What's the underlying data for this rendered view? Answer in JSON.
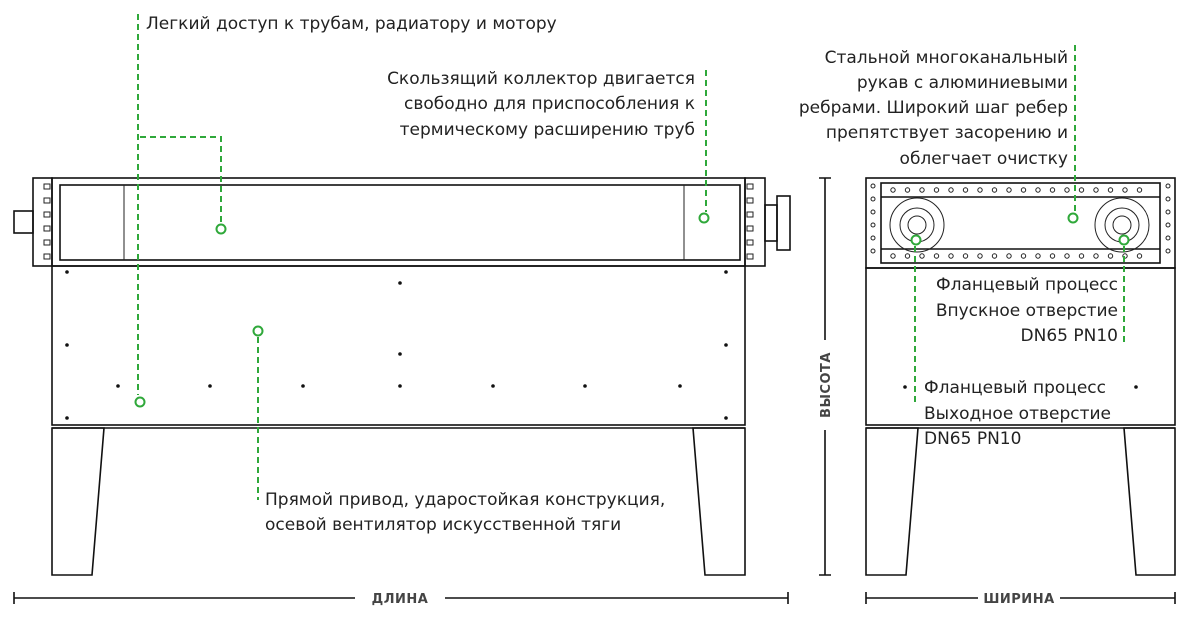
{
  "callouts": {
    "easy_access": "Легкий доступ к трубам, радиатору и мотору",
    "sliding_collector": [
      "Скользящий коллектор двигается",
      "свободно для приспособления к",
      "термическому расширению труб"
    ],
    "direct_drive": [
      "Прямой привод, ударостойкая конструкция,",
      "осевой вентилятор искусственной тяги"
    ],
    "steel_sleeve": [
      "Стальной многоканальный",
      "рукав с алюминиевыми",
      "ребрами. Широкий шаг ребер",
      "препятствует засорению и",
      "облегчает очистку"
    ],
    "inlet": [
      "Фланцевый процесс",
      "Впускное отверстие",
      "DN65 PN10"
    ],
    "outlet": [
      "Фланцевый процесс",
      "Выходное отверстие",
      "DN65 PN10"
    ]
  },
  "dimensions": {
    "length": "ДЛИНА",
    "width": "ШИРИНА",
    "height": "ВЫСОТА"
  },
  "colors": {
    "callout": "#2fa83a",
    "line": "#111111"
  }
}
